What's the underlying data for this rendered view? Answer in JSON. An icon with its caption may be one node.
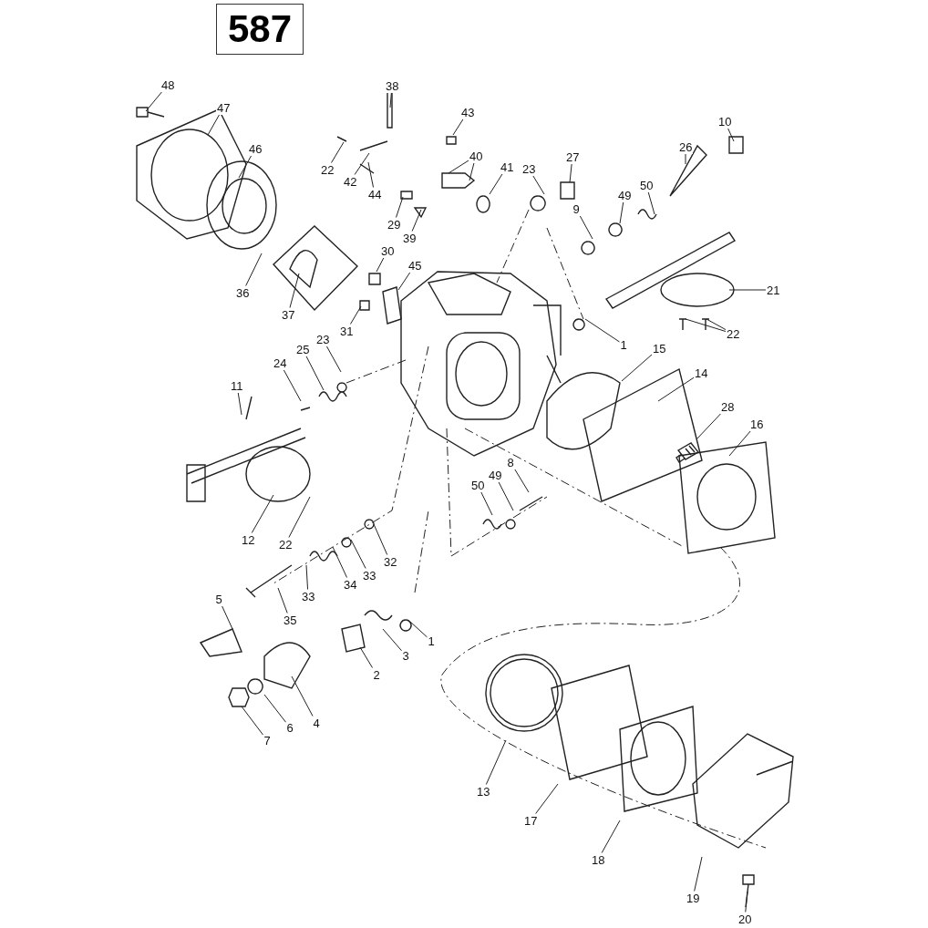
{
  "diagram": {
    "nodes": [
      {
        "text": [
          "587"
        ]
      },
      {
        "text": [
          "48"
        ]
      },
      {
        "text": [
          "38"
        ]
      },
      {
        "text": [
          "43"
        ]
      },
      {
        "text": [
          "47"
        ]
      },
      {
        "text": [
          "10"
        ]
      },
      {
        "text": [
          "26"
        ]
      },
      {
        "text": [
          "46"
        ]
      },
      {
        "text": [
          "40"
        ]
      },
      {
        "text": [
          "27"
        ]
      },
      {
        "text": [
          "41"
        ]
      },
      {
        "text": [
          "23"
        ]
      },
      {
        "text": [
          "22"
        ]
      },
      {
        "text": [
          "42"
        ]
      },
      {
        "text": [
          "50"
        ]
      },
      {
        "text": [
          "44"
        ]
      },
      {
        "text": [
          "49"
        ]
      },
      {
        "text": [
          "9"
        ]
      },
      {
        "text": [
          "29"
        ]
      },
      {
        "text": [
          "39"
        ]
      },
      {
        "text": [
          "30"
        ]
      },
      {
        "text": [
          "45"
        ]
      },
      {
        "text": [
          "21"
        ]
      },
      {
        "text": [
          "36"
        ]
      },
      {
        "text": [
          "37"
        ]
      },
      {
        "text": [
          "31"
        ]
      },
      {
        "text": [
          "22"
        ]
      },
      {
        "text": [
          "23"
        ]
      },
      {
        "text": [
          "1"
        ]
      },
      {
        "text": [
          "15"
        ]
      },
      {
        "text": [
          "25"
        ]
      },
      {
        "text": [
          "24"
        ]
      },
      {
        "text": [
          "14"
        ]
      },
      {
        "text": [
          "11"
        ]
      },
      {
        "text": [
          "28"
        ]
      },
      {
        "text": [
          "16"
        ]
      },
      {
        "text": [
          "8"
        ]
      },
      {
        "text": [
          "49"
        ]
      },
      {
        "text": [
          "50"
        ]
      },
      {
        "text": [
          "12"
        ]
      },
      {
        "text": [
          "22"
        ]
      },
      {
        "text": [
          "32"
        ]
      },
      {
        "text": [
          "33"
        ]
      },
      {
        "text": [
          "34"
        ]
      },
      {
        "text": [
          "33"
        ]
      },
      {
        "text": [
          "5"
        ]
      },
      {
        "text": [
          "35"
        ]
      },
      {
        "text": [
          "1"
        ]
      },
      {
        "text": [
          "3"
        ]
      },
      {
        "text": [
          "2"
        ]
      },
      {
        "text": [
          "4"
        ]
      },
      {
        "text": [
          "6"
        ]
      },
      {
        "text": [
          "7"
        ]
      },
      {
        "text": [
          "13"
        ]
      },
      {
        "text": [
          "17"
        ]
      },
      {
        "text": [
          "18"
        ]
      },
      {
        "text": [
          "19"
        ]
      },
      {
        "text": [
          "20"
        ]
      }
    ],
    "edges": [
      {
        "from": 1,
        "to": null,
        "arrow": "none"
      },
      {
        "from": 2,
        "to": null,
        "arrow": "none"
      },
      {
        "from": 3,
        "to": null,
        "arrow": "none"
      },
      {
        "from": 4,
        "to": null,
        "arrow": "none"
      },
      {
        "from": 5,
        "to": null,
        "arrow": "none"
      },
      {
        "from": 6,
        "to": null,
        "arrow": "none"
      },
      {
        "from": 7,
        "to": null,
        "arrow": "none"
      },
      {
        "from": 8,
        "to": null,
        "arrow": "none"
      },
      {
        "from": 8,
        "to": null,
        "arrow": "none"
      },
      {
        "from": 9,
        "to": null,
        "arrow": "none"
      },
      {
        "from": 10,
        "to": null,
        "arrow": "none"
      },
      {
        "from": 11,
        "to": null,
        "arrow": "none"
      },
      {
        "from": 12,
        "to": null,
        "arrow": "none"
      },
      {
        "from": 13,
        "to": null,
        "arrow": "none"
      },
      {
        "from": 14,
        "to": null,
        "arrow": "none"
      },
      {
        "from": 15,
        "to": null,
        "arrow": "none"
      },
      {
        "from": 16,
        "to": null,
        "arrow": "none"
      },
      {
        "from": 17,
        "to": null,
        "arrow": "none"
      },
      {
        "from": 18,
        "to": null,
        "arrow": "none"
      },
      {
        "from": 19,
        "to": null,
        "arrow": "none"
      },
      {
        "from": 20,
        "to": null,
        "arrow": "none"
      },
      {
        "from": 21,
        "to": null,
        "arrow": "none"
      },
      {
        "from": 22,
        "to": null,
        "arrow": "none"
      },
      {
        "from": 23,
        "to": null,
        "arrow": "none"
      },
      {
        "from": 24,
        "to": null,
        "arrow": "none"
      },
      {
        "from": 25,
        "to": null,
        "arrow": "none"
      },
      {
        "from": 26,
        "to": null,
        "arrow": "none"
      },
      {
        "from": 26,
        "to": null,
        "arrow": "none"
      },
      {
        "from": 27,
        "to": null,
        "arrow": "none"
      },
      {
        "from": 28,
        "to": null,
        "arrow": "none"
      },
      {
        "from": 29,
        "to": null,
        "arrow": "none"
      },
      {
        "from": 30,
        "to": null,
        "arrow": "none"
      },
      {
        "from": 31,
        "to": null,
        "arrow": "none"
      },
      {
        "from": 32,
        "to": null,
        "arrow": "none"
      },
      {
        "from": 33,
        "to": null,
        "arrow": "none"
      },
      {
        "from": 34,
        "to": null,
        "arrow": "none"
      },
      {
        "from": 35,
        "to": null,
        "arrow": "none"
      },
      {
        "from": 36,
        "to": null,
        "arrow": "none"
      },
      {
        "from": 37,
        "to": null,
        "arrow": "none"
      },
      {
        "from": 38,
        "to": null,
        "arrow": "none"
      },
      {
        "from": 39,
        "to": null,
        "arrow": "none"
      },
      {
        "from": 40,
        "to": null,
        "arrow": "none"
      },
      {
        "from": 41,
        "to": null,
        "arrow": "none"
      },
      {
        "from": 42,
        "to": null,
        "arrow": "none"
      },
      {
        "from": 43,
        "to": null,
        "arrow": "none"
      },
      {
        "from": 44,
        "to": null,
        "arrow": "none"
      },
      {
        "from": 45,
        "to": null,
        "arrow": "none"
      },
      {
        "from": 46,
        "to": null,
        "arrow": "none"
      },
      {
        "from": 47,
        "to": null,
        "arrow": "none"
      },
      {
        "from": 48,
        "to": null,
        "arrow": "none"
      },
      {
        "from": 49,
        "to": null,
        "arrow": "none"
      },
      {
        "from": 50,
        "to": null,
        "arrow": "none"
      },
      {
        "from": 51,
        "to": null,
        "arrow": "none"
      },
      {
        "from": 52,
        "to": null,
        "arrow": "none"
      },
      {
        "from": 53,
        "to": null,
        "arrow": "none"
      },
      {
        "from": 54,
        "to": null,
        "arrow": "none"
      },
      {
        "from": 55,
        "to": null,
        "arrow": "none"
      },
      {
        "from": 56,
        "to": null,
        "arrow": "none"
      },
      {
        "from": 57,
        "to": null,
        "arrow": "none"
      }
    ]
  }
}
